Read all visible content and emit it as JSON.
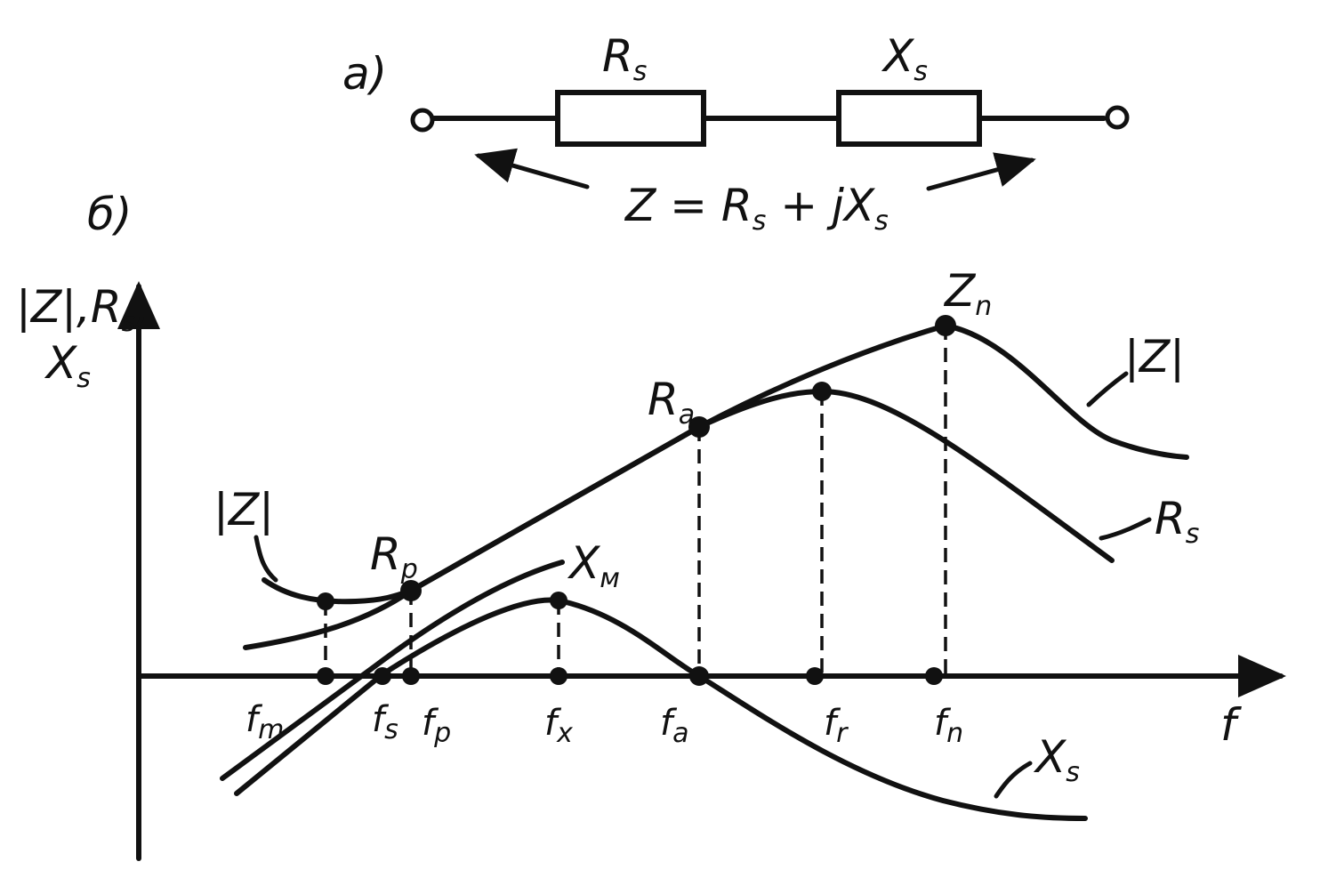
{
  "circuit": {
    "panel_label": "а)",
    "resistor_label": "R",
    "resistor_sub": "s",
    "reactor_label": "X",
    "reactor_sub": "s",
    "formula": {
      "lhs": "Z = R",
      "s1": "s",
      "mid": " + jX",
      "s2": "s"
    }
  },
  "graph": {
    "panel_label": "б)",
    "y_axis_label": {
      "line1_a": "|Z|,R",
      "line1_sub": "s",
      "line1_b": ",",
      "line2": "X",
      "line2_sub": "s"
    },
    "x_axis_label": "f",
    "curve_labels": {
      "z_right": "|Z|",
      "z_left": "|Z|",
      "rs": {
        "main": "R",
        "sub": "s"
      },
      "xs": {
        "main": "X",
        "sub": "s"
      },
      "xm": {
        "main": "X",
        "sub": "м"
      }
    },
    "point_labels": {
      "zn": {
        "main": "Z",
        "sub": "n"
      },
      "ra": {
        "main": "R",
        "sub": "a"
      },
      "rp": {
        "main": "R",
        "sub": "p"
      }
    },
    "freq_ticks": [
      {
        "main": "f",
        "sub": "m"
      },
      {
        "main": "f",
        "sub": "s"
      },
      {
        "main": "f",
        "sub": "p"
      },
      {
        "main": "f",
        "sub": "x"
      },
      {
        "main": "f",
        "sub": "a"
      },
      {
        "main": "f",
        "sub": "r"
      },
      {
        "main": "f",
        "sub": "n"
      }
    ]
  }
}
